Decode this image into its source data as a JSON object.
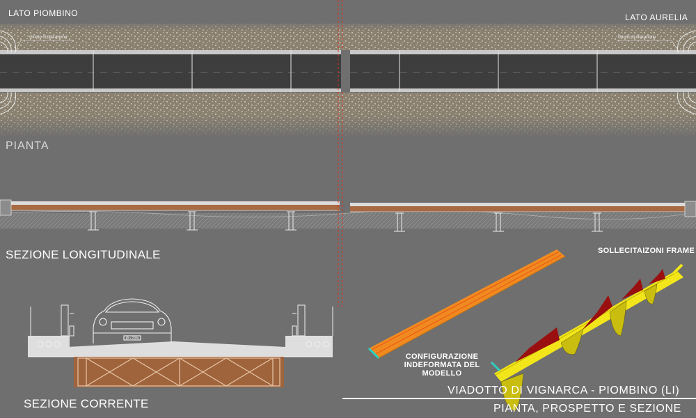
{
  "plan": {
    "label_left_end": "LATO PIOMBINO",
    "label_right_end": "LATO AURELIA",
    "joint_left": "Giunto di dilatazione",
    "joint_right": "Giunto di dilatazione",
    "section_label": "PIANTA"
  },
  "elevation": {
    "section_label": "SEZIONE LONGITUDINALE"
  },
  "cross_section": {
    "section_label": "SEZIONE CORRENTE",
    "plate_text": "Ø • 23%"
  },
  "model": {
    "undeformed_label": "CONFIGURAZIONE INDEFORMATA DEL MODELLO",
    "stress_label": "SOLLECITAIZONI FRAME"
  },
  "title_block": {
    "project_title": "VIADOTTO DI VIGNARCA - PIOMBINO (LI)",
    "sheet_subtitle": "PIANTA, PROSPETTO E SEZIONE"
  },
  "colors": {
    "background": "#6f6f6f",
    "road": "#3b3b3b",
    "gravel": "#b8a888",
    "cut_line": "#e03020",
    "steel_truss": "#a0643c",
    "model_orange": "#f08a20",
    "model_yellow": "#f2e61a",
    "stress_red": "#9a0f0f"
  }
}
